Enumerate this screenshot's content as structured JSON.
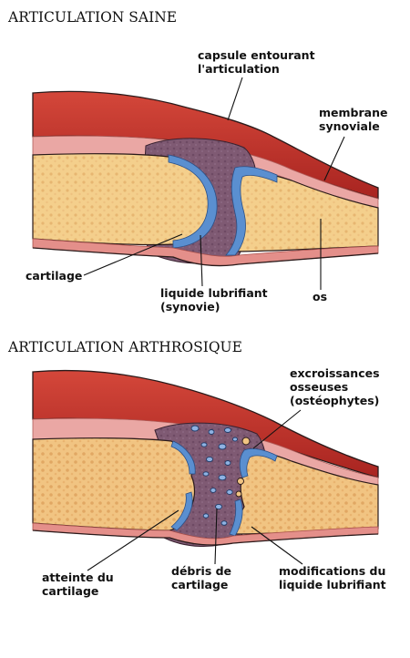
{
  "healthy": {
    "title": "ARTICULATION SAINE",
    "labels": {
      "capsule": [
        "capsule entourant",
        "l'articulation"
      ],
      "membrane": [
        "membrane",
        "synoviale"
      ],
      "cartilage": [
        "cartilage"
      ],
      "fluid": [
        "liquide lubrifiant",
        "(synovie)"
      ],
      "bone": [
        "os"
      ]
    }
  },
  "arthritic": {
    "title": "ARTICULATION ARTHROSIQUE",
    "labels": {
      "osteophytes": [
        "excroissances",
        "osseuses",
        "(ostéophytes)"
      ],
      "cartilage_damage": [
        "atteinte du",
        "cartilage"
      ],
      "debris": [
        "débris de",
        "cartilage"
      ],
      "fluid_change": [
        "modifications du",
        "liquide lubrifiant"
      ]
    }
  },
  "colors": {
    "bone": "#f4cf8c",
    "bone_dots": "#e0a760",
    "capsule": "#c8302a",
    "capsule_light": "#e98a7f",
    "synovial_membrane": "#e9a0a0",
    "cartilage": "#5a8fd0",
    "joint_cavity": "#7f5a73",
    "outline": "#2a1a1a"
  }
}
